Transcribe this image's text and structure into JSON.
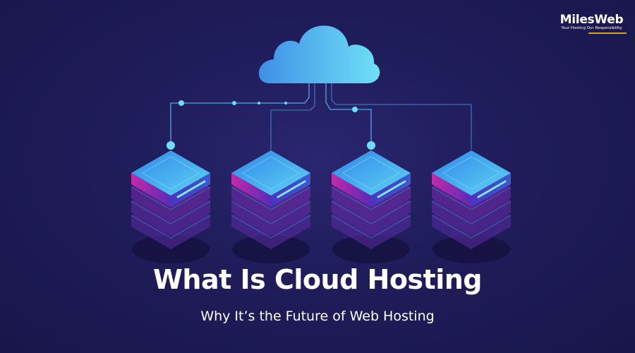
{
  "brand": {
    "name": "MilesWeb",
    "tagline": "Your Hosting Our Responsibility",
    "accent": "#d9a21b"
  },
  "heading": {
    "title": "What Is Cloud Hosting",
    "subtitle": "Why It’s the Future of Web Hosting"
  },
  "illustration": {
    "cloud_icon": "cloud-icon",
    "server_icon": "server-stack-icon",
    "server_count": 4
  }
}
